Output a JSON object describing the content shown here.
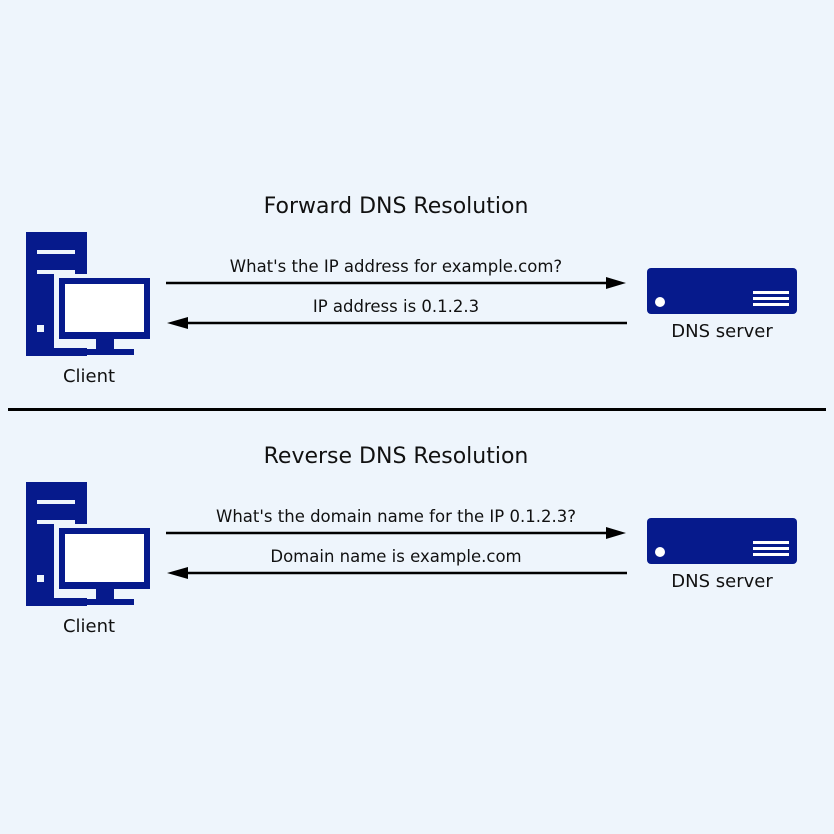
{
  "colors": {
    "background": "#eef5fc",
    "icon": "#061a8c",
    "arrow": "#000000"
  },
  "forward": {
    "title": "Forward DNS Resolution",
    "request": "What's the IP address for example.com?",
    "response": "IP address is 0.1.2.3",
    "client_label": "Client",
    "server_label": "DNS server",
    "client_icon": "client-computer-icon",
    "server_icon": "dns-server-icon"
  },
  "reverse": {
    "title": "Reverse DNS Resolution",
    "request": "What's the domain name for the IP 0.1.2.3?",
    "response": "Domain name is example.com",
    "client_label": "Client",
    "server_label": "DNS server",
    "client_icon": "client-computer-icon",
    "server_icon": "dns-server-icon"
  }
}
